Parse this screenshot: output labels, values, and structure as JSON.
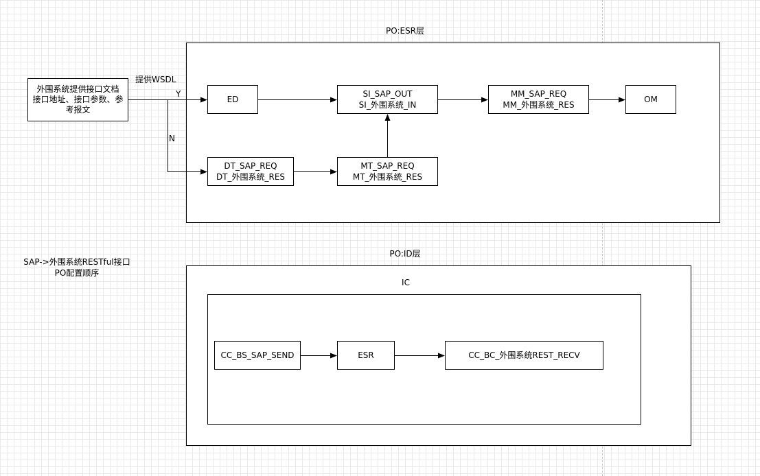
{
  "title": {
    "line1": "SAP->外围系统RESTful接口",
    "line2": "PO配置顺序"
  },
  "source_node": {
    "lines": [
      "外围系统提供接口文档",
      "接口地址、接口参数、参",
      "考报文"
    ]
  },
  "edge_labels": {
    "provide_wsdl": "提供WSDL",
    "yes": "Y",
    "no": "N"
  },
  "esr_layer": {
    "title": "PO:ESR层",
    "nodes": {
      "ed": {
        "line1": "ED"
      },
      "si": {
        "line1": "SI_SAP_OUT",
        "line2": "SI_外围系统_IN"
      },
      "mm": {
        "line1": "MM_SAP_REQ",
        "line2": "MM_外围系统_RES"
      },
      "om": {
        "line1": "OM"
      },
      "dt": {
        "line1": "DT_SAP_REQ",
        "line2": "DT_外围系统_RES"
      },
      "mt": {
        "line1": "MT_SAP_REQ",
        "line2": "MT_外围系统_RES"
      }
    }
  },
  "id_layer": {
    "title": "PO:ID层",
    "ic_title": "IC",
    "nodes": {
      "cc_send": {
        "line1": "CC_BS_SAP_SEND"
      },
      "esr": {
        "line1": "ESR"
      },
      "cc_recv": {
        "line1": "CC_BC_外围系统REST_RECV"
      }
    }
  }
}
